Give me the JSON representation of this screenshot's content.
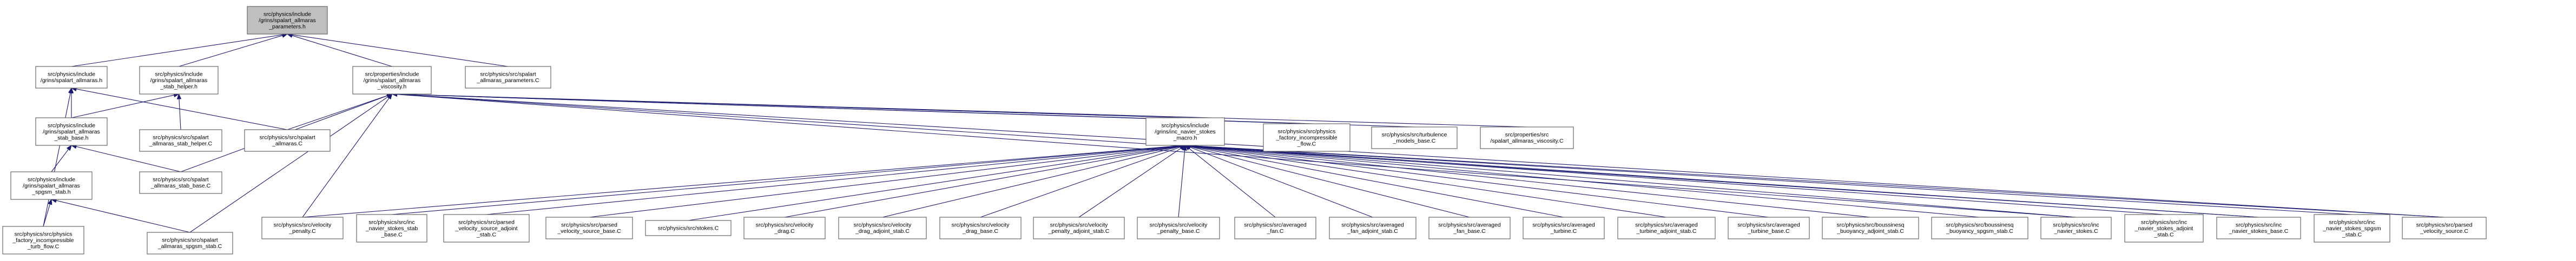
{
  "diagram": {
    "nodes": [
      {
        "id": "n0",
        "lines": [
          "src/physics/include",
          "/grins/spalart_allmaras",
          "_parameters.h"
        ],
        "root": true
      },
      {
        "id": "n1",
        "lines": [
          "src/physics/include",
          "/grins/spalart_allmaras.h"
        ]
      },
      {
        "id": "n2",
        "lines": [
          "src/physics/include",
          "/grins/spalart_allmaras",
          "_stab_helper.h"
        ]
      },
      {
        "id": "n3",
        "lines": [
          "src/properties/include",
          "/grins/spalart_allmaras",
          "_viscosity.h"
        ]
      },
      {
        "id": "n4",
        "lines": [
          "src/physics/src/spalart",
          "_allmaras_parameters.C"
        ]
      },
      {
        "id": "n5",
        "lines": [
          "src/physics/include",
          "/grins/spalart_allmaras",
          "_stab_base.h"
        ]
      },
      {
        "id": "n6",
        "lines": [
          "src/physics/src/spalart",
          "_allmaras_stab_helper.C"
        ]
      },
      {
        "id": "n7",
        "lines": [
          "src/physics/src/spalart",
          "_allmaras.C"
        ]
      },
      {
        "id": "n8",
        "lines": [
          "src/physics/include",
          "/grins/inc_navier_stokes",
          "_macro.h"
        ]
      },
      {
        "id": "n9",
        "lines": [
          "src/physics/src/physics",
          "_factory_incompressible",
          "_flow.C"
        ]
      },
      {
        "id": "n10",
        "lines": [
          "src/physics/src/turbulence",
          "_models_base.C"
        ]
      },
      {
        "id": "n11",
        "lines": [
          "src/properties/src",
          "/spalart_allmaras_viscosity.C"
        ]
      },
      {
        "id": "n12",
        "lines": [
          "src/physics/include",
          "/grins/spalart_allmaras",
          "_spgsm_stab.h"
        ]
      },
      {
        "id": "n13",
        "lines": [
          "src/physics/src/spalart",
          "_allmaras_stab_base.C"
        ]
      },
      {
        "id": "n14",
        "lines": [
          "src/physics/src/physics",
          "_factory_incompressible",
          "_turb_flow.C"
        ]
      },
      {
        "id": "n15",
        "lines": [
          "src/physics/src/spalart",
          "_allmaras_spgsm_stab.C"
        ]
      },
      {
        "id": "n16",
        "lines": [
          "src/physics/src/velocity",
          "_penalty.C"
        ]
      },
      {
        "id": "n17",
        "lines": [
          "src/physics/src/inc",
          "_navier_stokes_stab",
          "_base.C"
        ]
      },
      {
        "id": "n18",
        "lines": [
          "src/physics/src/parsed",
          "_velocity_source_adjoint",
          "_stab.C"
        ]
      },
      {
        "id": "n19",
        "lines": [
          "src/physics/src/parsed",
          "_velocity_source_base.C"
        ]
      },
      {
        "id": "n20",
        "lines": [
          "src/physics/src/stokes.C"
        ]
      },
      {
        "id": "n21",
        "lines": [
          "src/physics/src/velocity",
          "_drag.C"
        ]
      },
      {
        "id": "n22",
        "lines": [
          "src/physics/src/velocity",
          "_drag_adjoint_stab.C"
        ]
      },
      {
        "id": "n23",
        "lines": [
          "src/physics/src/velocity",
          "_drag_base.C"
        ]
      },
      {
        "id": "n24",
        "lines": [
          "src/physics/src/velocity",
          "_penalty_adjoint_stab.C"
        ]
      },
      {
        "id": "n25",
        "lines": [
          "src/physics/src/velocity",
          "_penalty_base.C"
        ]
      },
      {
        "id": "n26",
        "lines": [
          "src/physics/src/averaged",
          "_fan.C"
        ]
      },
      {
        "id": "n27",
        "lines": [
          "src/physics/src/averaged",
          "_fan_adjoint_stab.C"
        ]
      },
      {
        "id": "n28",
        "lines": [
          "src/physics/src/averaged",
          "_fan_base.C"
        ]
      },
      {
        "id": "n29",
        "lines": [
          "src/physics/src/averaged",
          "_turbine.C"
        ]
      },
      {
        "id": "n30",
        "lines": [
          "src/physics/src/averaged",
          "_turbine_adjoint_stab.C"
        ]
      },
      {
        "id": "n31",
        "lines": [
          "src/physics/src/averaged",
          "_turbine_base.C"
        ]
      },
      {
        "id": "n32",
        "lines": [
          "src/physics/src/boussinesq",
          "_buoyancy_adjoint_stab.C"
        ]
      },
      {
        "id": "n33",
        "lines": [
          "src/physics/src/boussinesq",
          "_buoyancy_spgsm_stab.C"
        ]
      },
      {
        "id": "n34",
        "lines": [
          "src/physics/src/inc",
          "_navier_stokes.C"
        ]
      },
      {
        "id": "n35",
        "lines": [
          "src/physics/src/inc",
          "_navier_stokes_adjoint",
          "_stab.C"
        ]
      },
      {
        "id": "n36",
        "lines": [
          "src/physics/src/inc",
          "_navier_stokes_base.C"
        ]
      },
      {
        "id": "n37",
        "lines": [
          "src/physics/src/inc",
          "_navier_stokes_spgsm",
          "_stab.C"
        ]
      },
      {
        "id": "n38",
        "lines": [
          "src/physics/src/parsed",
          "_velocity_source.C"
        ]
      }
    ],
    "edges": [
      [
        "n1",
        "n0"
      ],
      [
        "n2",
        "n0"
      ],
      [
        "n3",
        "n0"
      ],
      [
        "n4",
        "n0"
      ],
      [
        "n5",
        "n1"
      ],
      [
        "n7",
        "n1"
      ],
      [
        "n14",
        "n1"
      ],
      [
        "n5",
        "n2"
      ],
      [
        "n6",
        "n2"
      ],
      [
        "n7",
        "n3"
      ],
      [
        "n8",
        "n3"
      ],
      [
        "n9",
        "n3"
      ],
      [
        "n10",
        "n3"
      ],
      [
        "n11",
        "n3"
      ],
      [
        "n13",
        "n3"
      ],
      [
        "n15",
        "n3"
      ],
      [
        "n16",
        "n3"
      ],
      [
        "n34",
        "n3"
      ],
      [
        "n36",
        "n3"
      ],
      [
        "n38",
        "n3"
      ],
      [
        "n12",
        "n5"
      ],
      [
        "n13",
        "n5"
      ],
      [
        "n14",
        "n12"
      ],
      [
        "n15",
        "n12"
      ],
      [
        "n16",
        "n8"
      ],
      [
        "n17",
        "n8"
      ],
      [
        "n18",
        "n8"
      ],
      [
        "n19",
        "n8"
      ],
      [
        "n20",
        "n8"
      ],
      [
        "n21",
        "n8"
      ],
      [
        "n22",
        "n8"
      ],
      [
        "n23",
        "n8"
      ],
      [
        "n24",
        "n8"
      ],
      [
        "n25",
        "n8"
      ],
      [
        "n26",
        "n8"
      ],
      [
        "n27",
        "n8"
      ],
      [
        "n28",
        "n8"
      ],
      [
        "n29",
        "n8"
      ],
      [
        "n30",
        "n8"
      ],
      [
        "n31",
        "n8"
      ],
      [
        "n32",
        "n8"
      ],
      [
        "n33",
        "n8"
      ],
      [
        "n34",
        "n8"
      ],
      [
        "n35",
        "n8"
      ],
      [
        "n36",
        "n8"
      ],
      [
        "n37",
        "n8"
      ],
      [
        "n38",
        "n8"
      ]
    ]
  },
  "colors": {
    "edge": "#191970",
    "node_border": "#666666",
    "root_fill": "#bfbfbf",
    "node_fill": "#ffffff"
  }
}
